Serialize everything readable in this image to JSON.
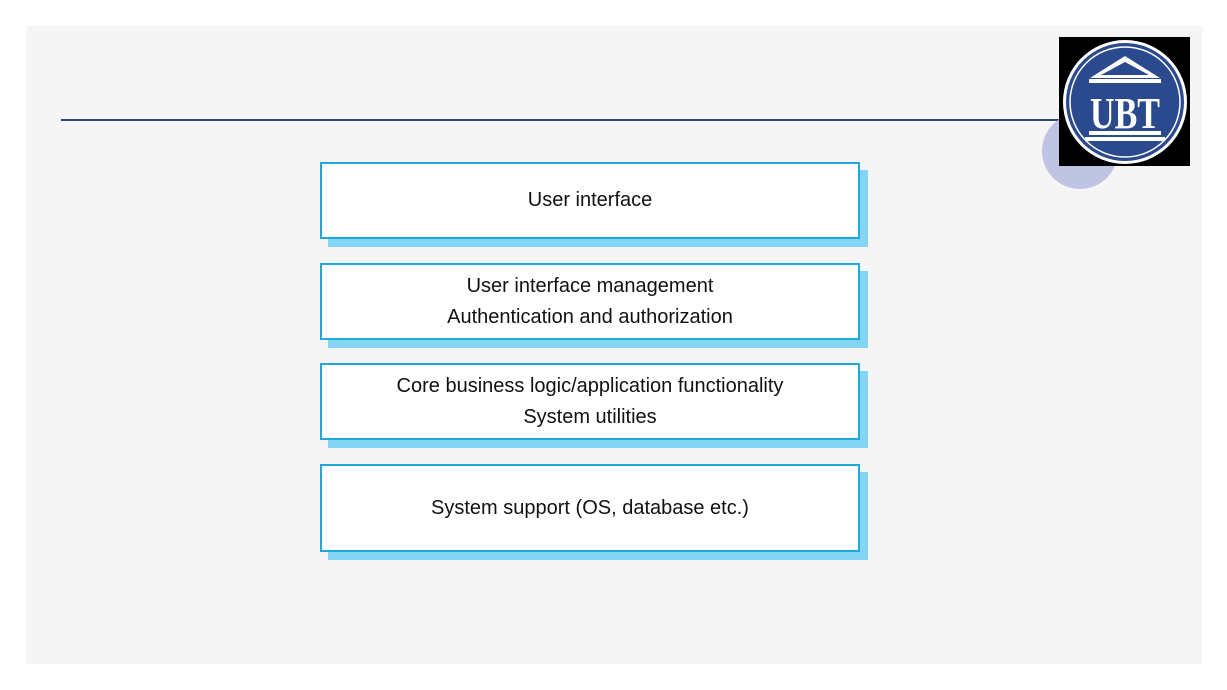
{
  "logo": {
    "text": "UBT"
  },
  "layers": [
    {
      "lines": [
        "User interface"
      ]
    },
    {
      "lines": [
        "User interface management",
        "Authentication and authorization"
      ]
    },
    {
      "lines": [
        "Core business logic/application functionality",
        "System utilities"
      ]
    },
    {
      "lines": [
        "System support (OS, database etc.)"
      ]
    }
  ],
  "colors": {
    "rule": "#2e4a72",
    "box_border": "#20a8dc",
    "box_shadow": "#84d4f4",
    "logo_blue": "#2b4a8d"
  }
}
